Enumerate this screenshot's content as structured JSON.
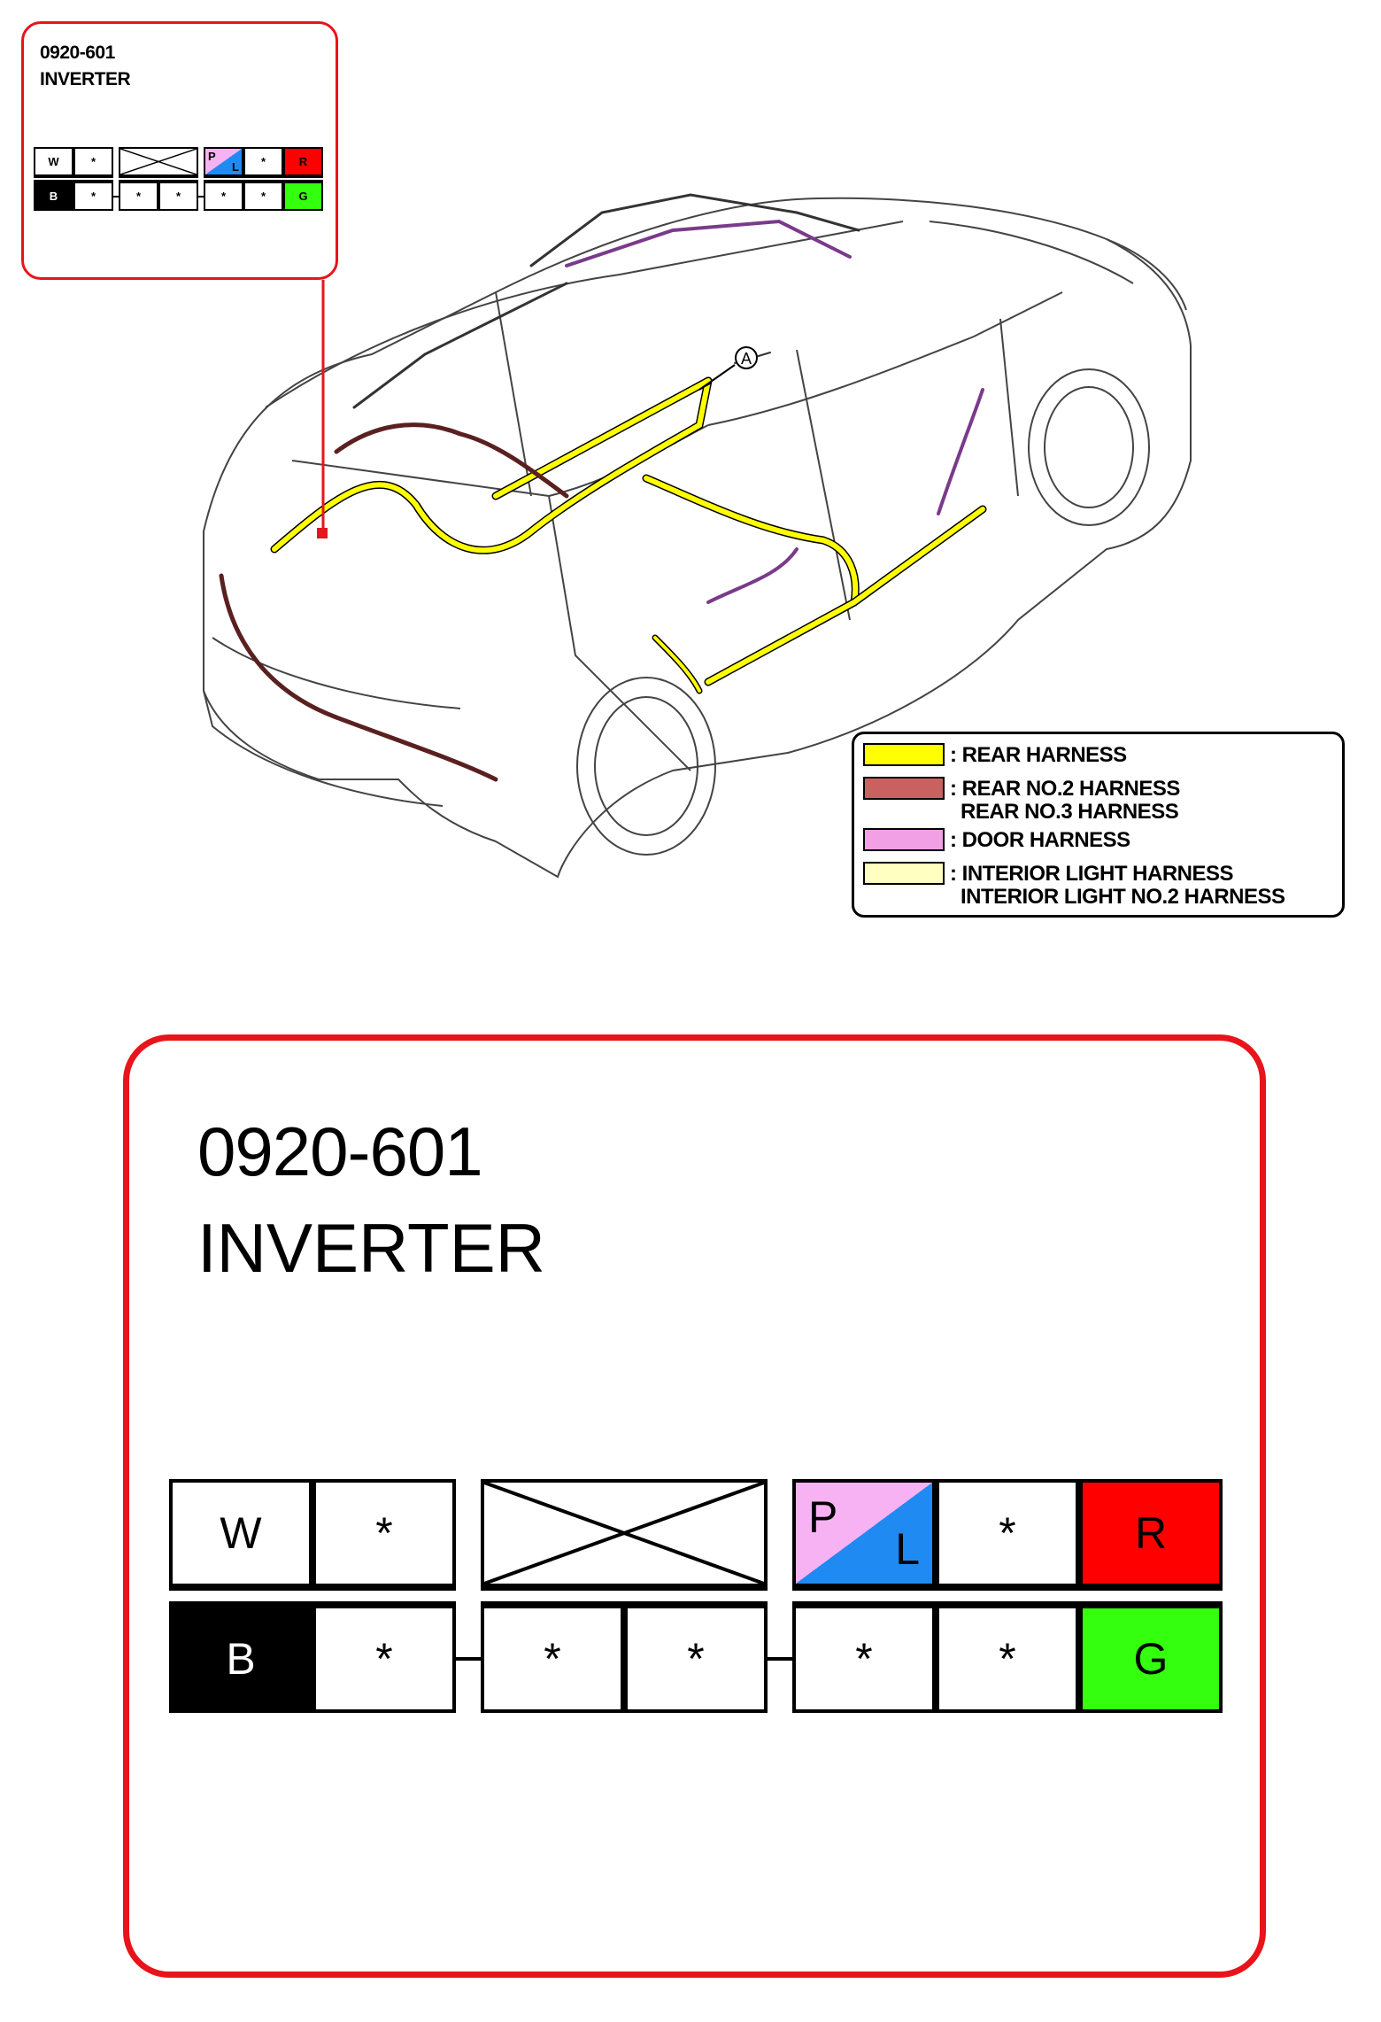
{
  "connector": {
    "code": "0920-601",
    "name": "INVERTER"
  },
  "pointer_label": "A",
  "legend": [
    {
      "color": "#ffff00",
      "lines": [
        ": REAR HARNESS"
      ]
    },
    {
      "color": "#c96161",
      "lines": [
        ": REAR NO.2 HARNESS",
        "REAR NO.3 HARNESS"
      ]
    },
    {
      "color": "#f2a0e6",
      "lines": [
        ": DOOR HARNESS"
      ]
    },
    {
      "color": "#ffffc2",
      "lines": [
        ": INTERIOR LIGHT HARNESS",
        "INTERIOR LIGHT NO.2 HARNESS"
      ]
    }
  ],
  "pins": {
    "top": [
      "W",
      "*",
      "",
      "",
      "P|L",
      "*",
      "R"
    ],
    "bottom": [
      "B",
      "*",
      "*",
      "*",
      "*",
      "*",
      "G"
    ],
    "colors": {
      "W": "#ffffff",
      "B": "#000000",
      "R": "#ff0000",
      "G": "#33ff0f",
      "P": "#f7b2f4",
      "L": "#1f8bf2"
    }
  }
}
